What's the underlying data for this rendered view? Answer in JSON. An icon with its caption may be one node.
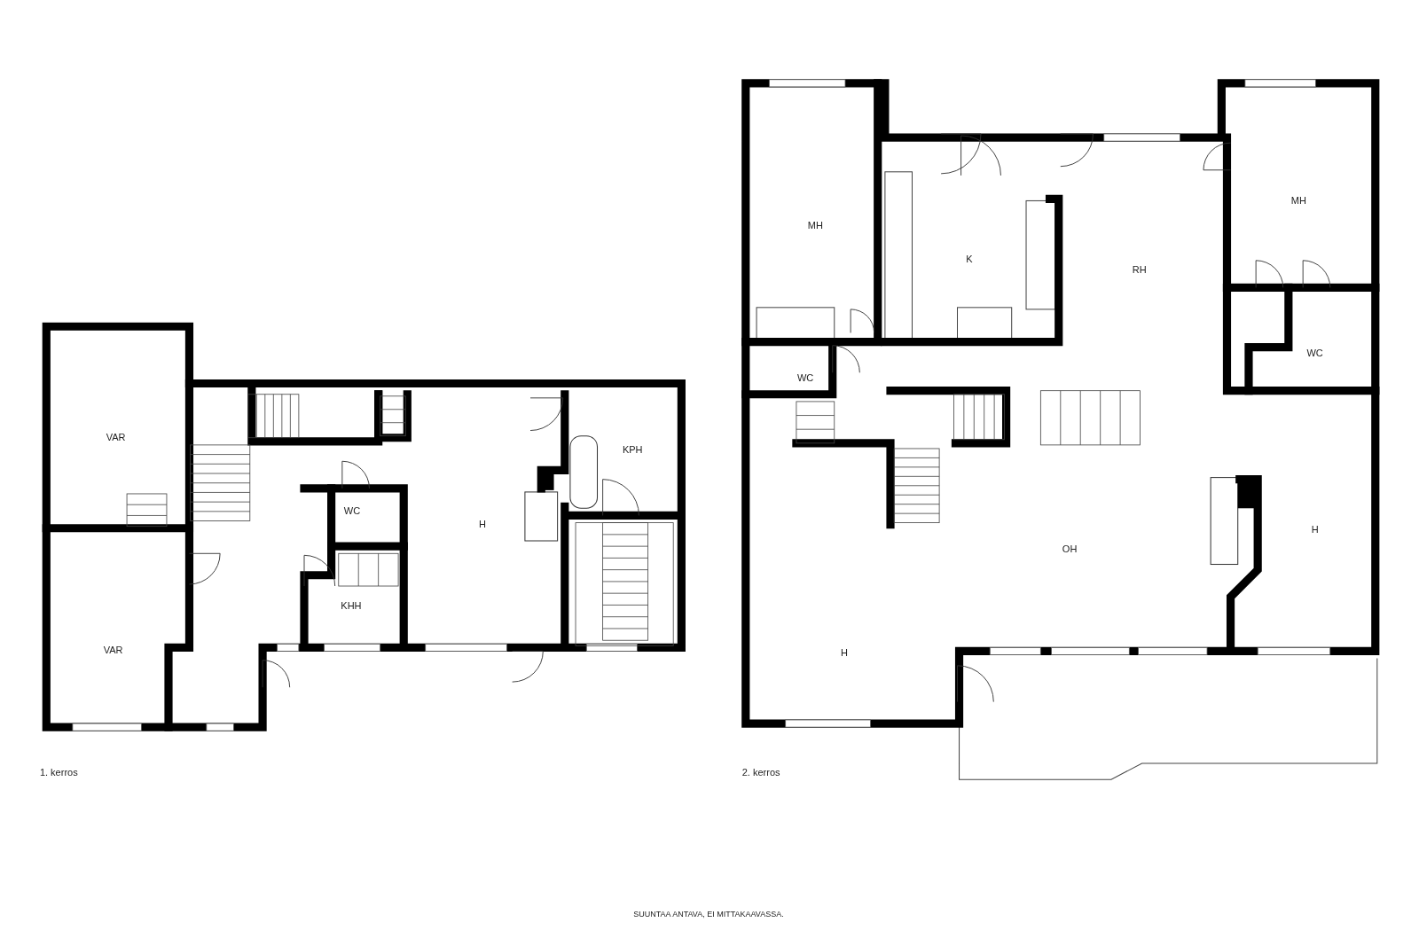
{
  "diagram": {
    "caption": "SUUNTAA ANTAVA, EI MITTAKAAVASSA.",
    "labels": [
      "VAR",
      "WC",
      "KPH",
      "H",
      "VAR",
      "KHH",
      "1. kerros",
      "MH",
      "MH",
      "K",
      "RH",
      "WC",
      "WC",
      "H",
      "OH",
      "H",
      "2. kerros"
    ]
  }
}
